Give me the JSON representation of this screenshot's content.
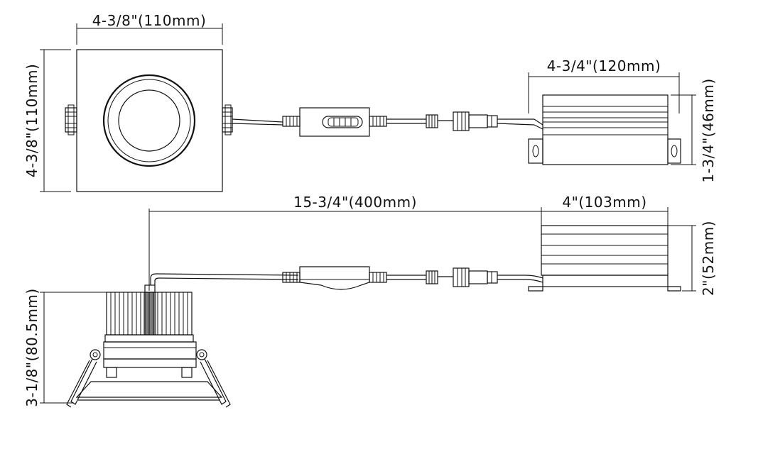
{
  "dimensions": {
    "top_width": "4-3/8\"(110mm)",
    "top_height": "4-3/8\"(110mm)",
    "driver_top_width": "4-3/4\"(120mm)",
    "driver_top_height": "1-3/4\"(46mm)",
    "cable_length": "15-3/4\"(400mm)",
    "driver_side_width": "4\"(103mm)",
    "driver_side_height": "2\"(52mm)",
    "fixture_height": "3-1/8\"(80.5mm)"
  },
  "colors": {
    "line": "#111111",
    "background": "#ffffff"
  }
}
